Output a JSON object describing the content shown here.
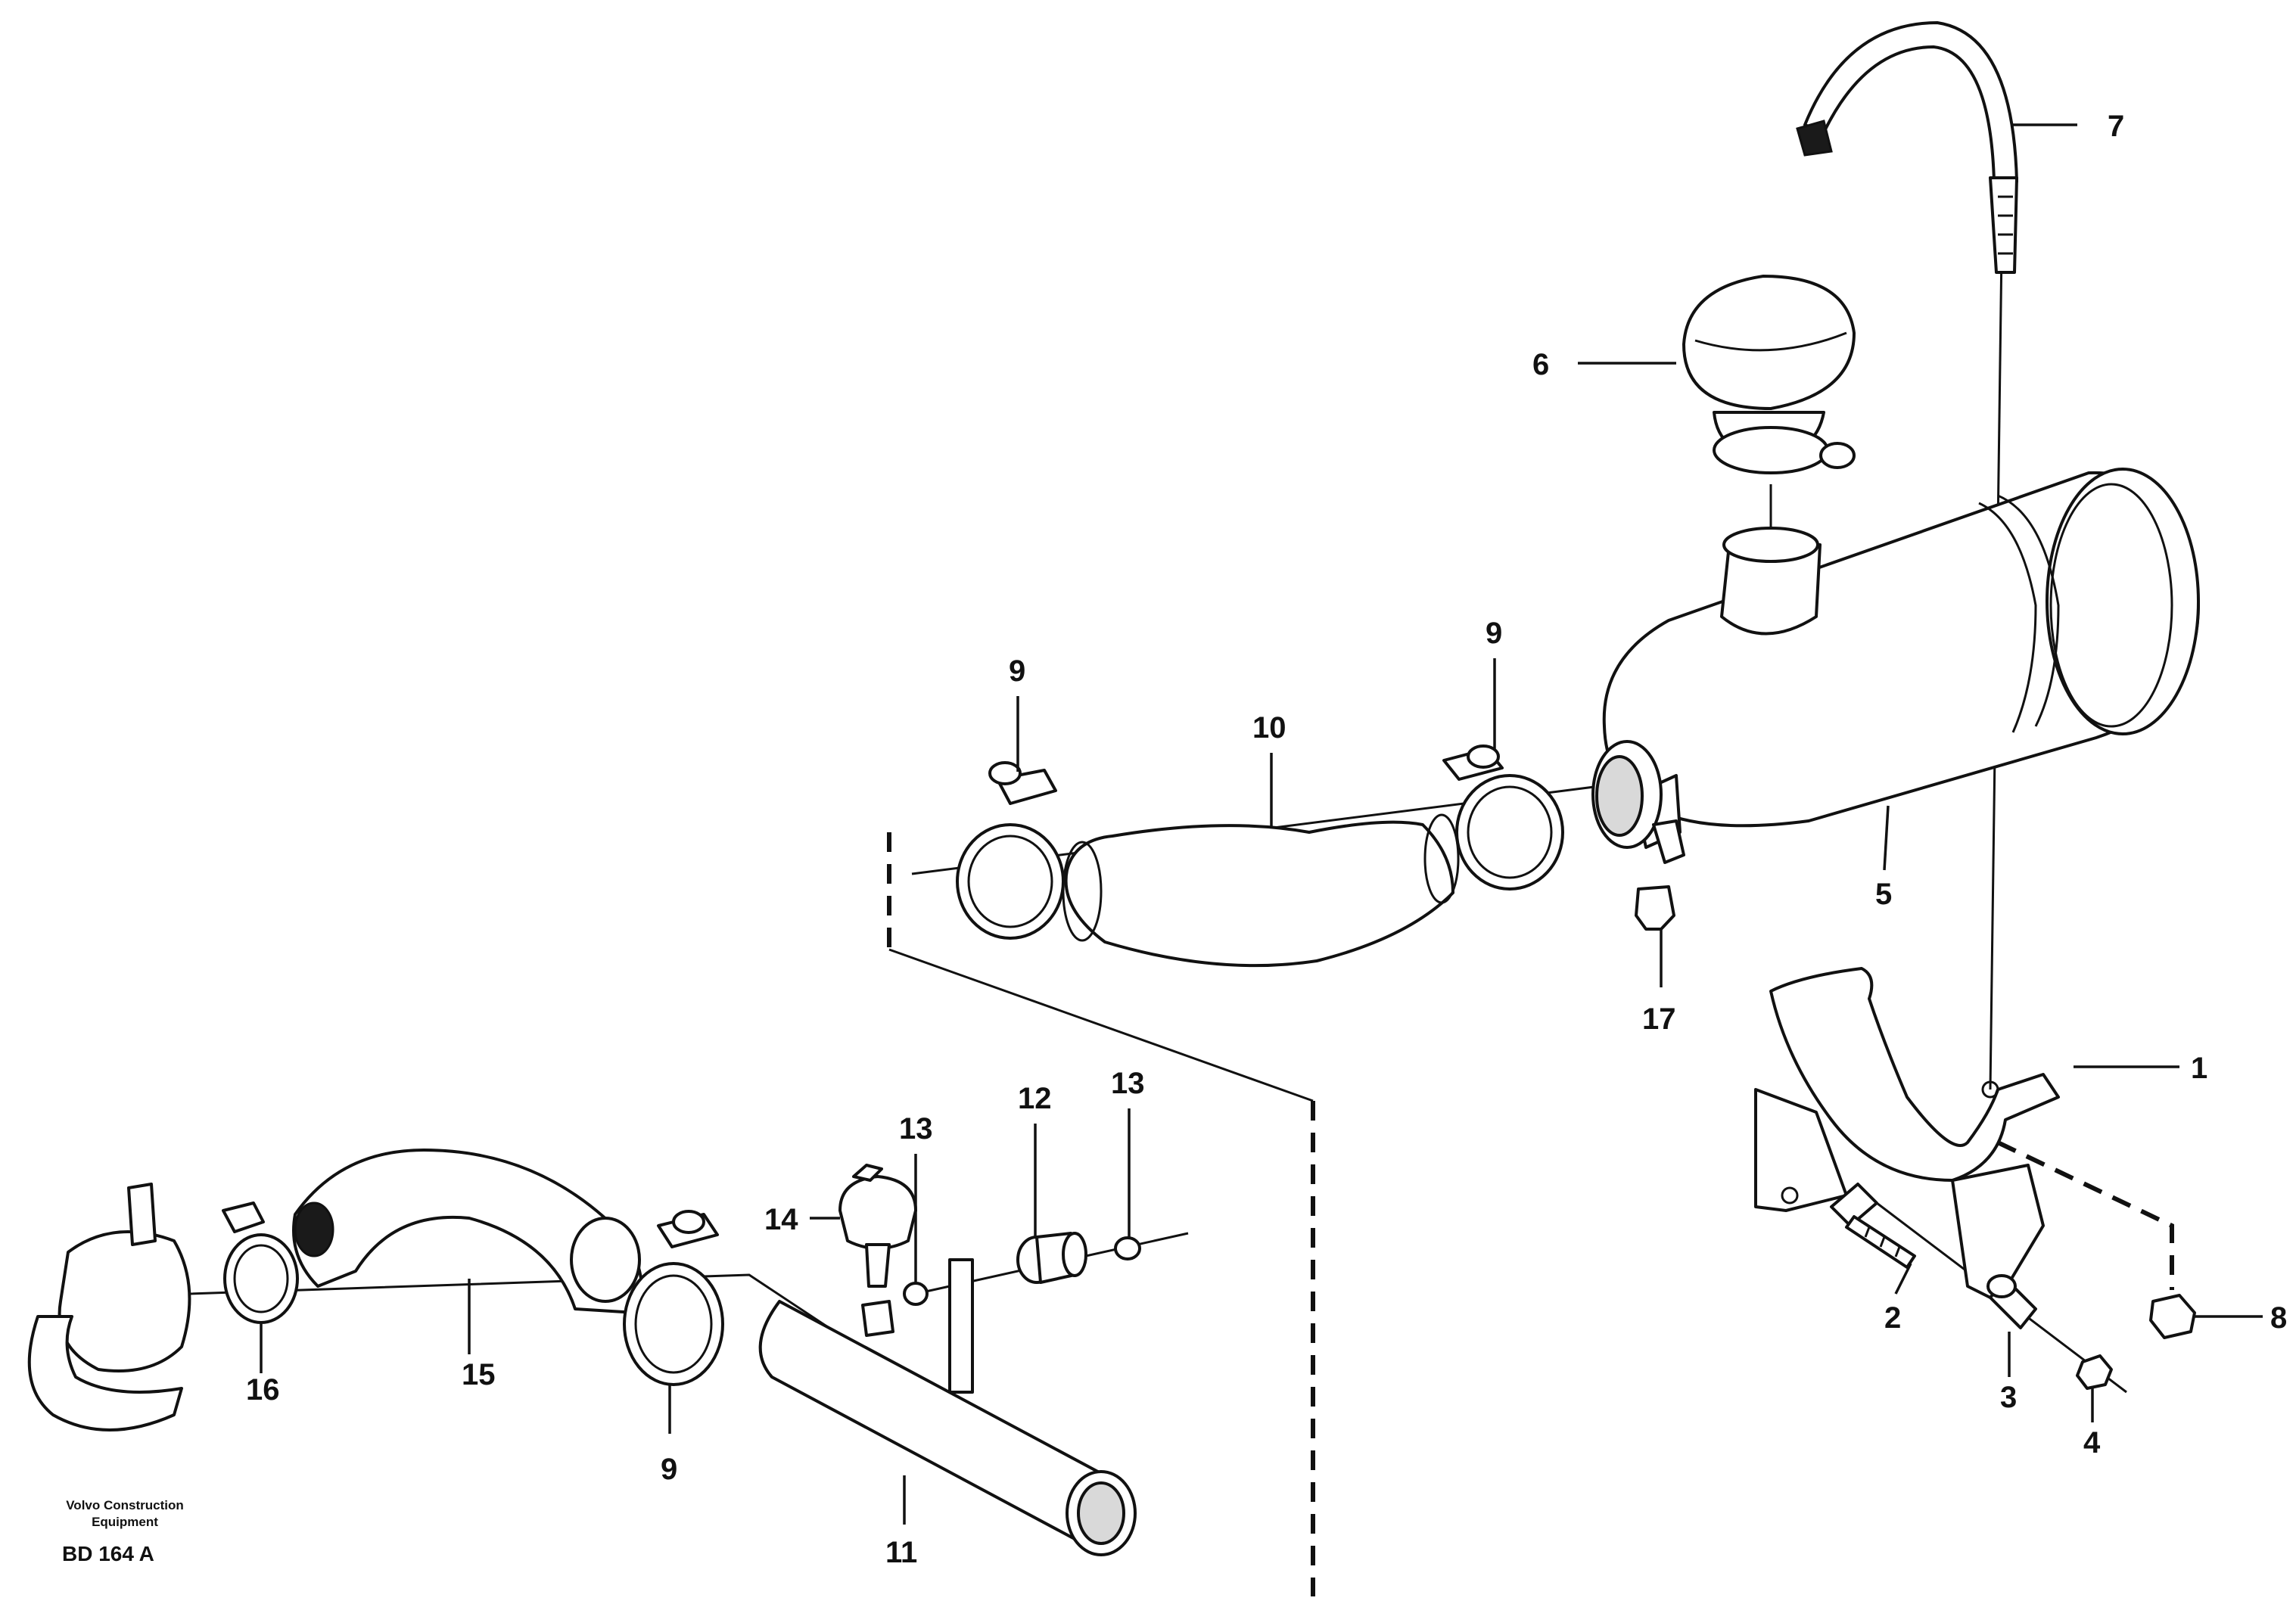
{
  "callouts": {
    "c1": "1",
    "c2": "2",
    "c3": "3",
    "c4": "4",
    "c5": "5",
    "c6": "6",
    "c7": "7",
    "c8": "8",
    "c9a": "9",
    "c9b": "9",
    "c9c": "9",
    "c10": "10",
    "c11": "11",
    "c12": "12",
    "c13a": "13",
    "c13b": "13",
    "c14": "14",
    "c15": "15",
    "c16": "16",
    "c17": "17"
  },
  "caption": {
    "manufacturer_line1": "Volvo Construction",
    "manufacturer_line2": "Equipment",
    "drawing_code": "BD 164 A"
  },
  "colors": {
    "ink": "#111111",
    "paper": "#ffffff"
  }
}
